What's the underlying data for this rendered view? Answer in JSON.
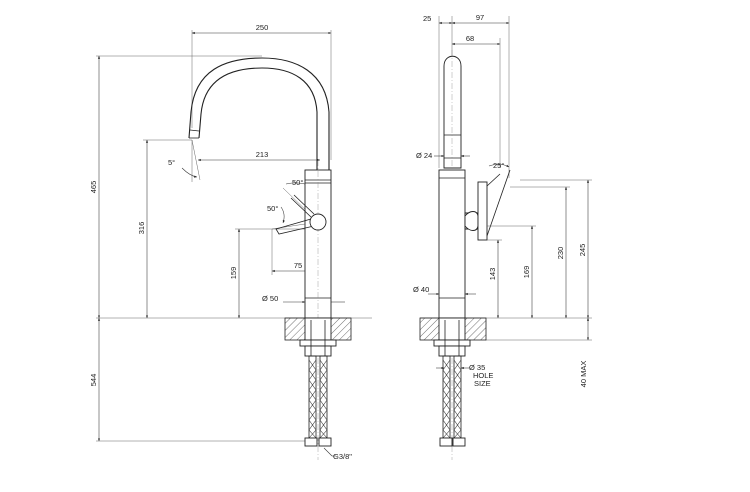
{
  "dimensions": {
    "spout_reach": "250",
    "spout_offset": "213",
    "spout_angle": "5°",
    "total_height": "465",
    "spout_height": "316",
    "handle_height": "159",
    "handle_angle_upper": "50°",
    "handle_angle_lower": "50°",
    "handle_offset": "75",
    "body_diameter": "Ø 50",
    "below_deck": "544",
    "connection": "G3/8\"",
    "side_25": "25",
    "side_97": "97",
    "side_68": "68",
    "spout_diameter": "Ø 24",
    "side_angle": "25°",
    "side_body_diameter": "Ø 40",
    "side_143": "143",
    "side_169": "169",
    "side_230": "230",
    "side_245": "245",
    "hole_diameter": "Ø 35",
    "hole_label_1": "HOLE",
    "hole_label_2": "SIZE",
    "max_thickness": "40 MAX"
  }
}
